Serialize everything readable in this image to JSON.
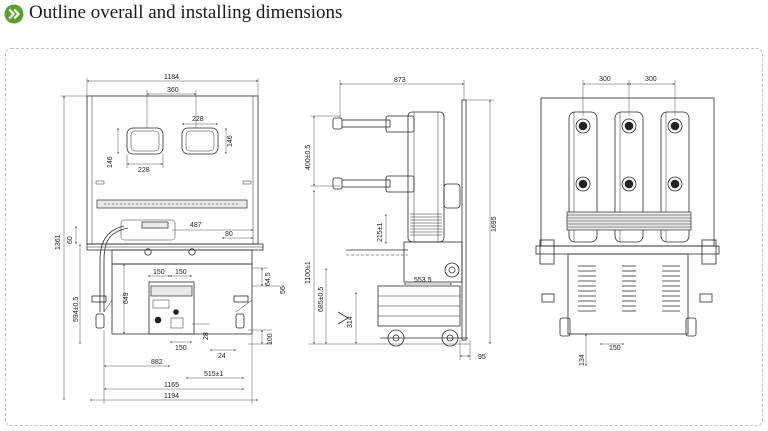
{
  "header": {
    "title": "Outline overall and installing dimensions",
    "icon": "double-chevron-right-icon",
    "accent_color": "#5aa02c"
  },
  "front_view": {
    "dims": {
      "overall_top": "1184",
      "panel_360": "360",
      "window_228_top": "228",
      "window_228_bottom": "228",
      "window_146_left": "146",
      "window_146_right": "146",
      "d_487": "487",
      "d_80": "80",
      "d_150_left_top": "150",
      "d_150_right_top": "150",
      "d_1361": "1361",
      "d_60": "60",
      "d_594": "594±0.5",
      "d_649": "649",
      "d_64_5": "64.5",
      "d_56": "56",
      "d_28": "28",
      "d_100": "100",
      "d_150_bottom": "150",
      "d_24": "24",
      "d_882": "882",
      "d_515": "515±1",
      "d_1165": "1165",
      "d_1194": "1194"
    }
  },
  "side_view": {
    "dims": {
      "d_873": "873",
      "d_400": "400±0.5",
      "d_215": "215±1",
      "d_1695": "1695",
      "d_1100": "1100±1",
      "d_553_5": "553.5",
      "d_685": "685±0.5",
      "d_314": "314",
      "d_95": "95"
    }
  },
  "back_view": {
    "dims": {
      "pitch_left": "300",
      "pitch_right": "300",
      "d_150": "150",
      "d_134": "134"
    }
  }
}
